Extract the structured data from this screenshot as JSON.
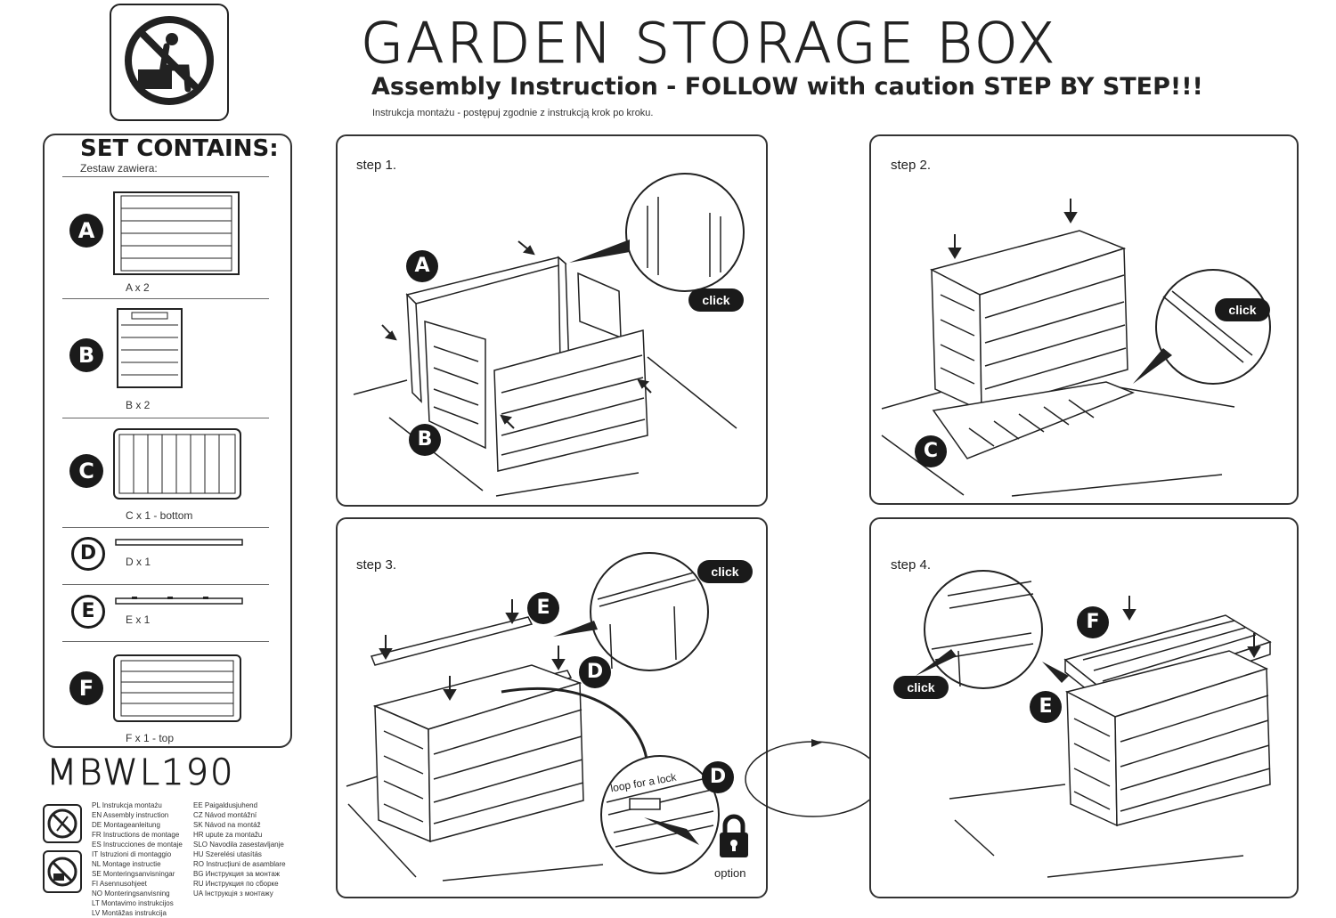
{
  "header": {
    "title": "GARDEN STORAGE BOX",
    "subtitle": "Assembly Instruction - FOLLOW with caution  STEP BY STEP!!!",
    "subtitle_pl": "Instrukcja montażu - postępuj zgodnie z instrukcją krok po kroku."
  },
  "set_contains": {
    "title": "SET CONTAINS:",
    "subtitle": "Zestaw zawiera:",
    "parts": [
      {
        "letter": "A",
        "caption": "A x 2"
      },
      {
        "letter": "B",
        "caption": "B x 2"
      },
      {
        "letter": "C",
        "caption": "C x 1 - bottom"
      },
      {
        "letter": "D",
        "caption": "D x 1"
      },
      {
        "letter": "E",
        "caption": "E x 1"
      },
      {
        "letter": "F",
        "caption": "F x 1 - top"
      }
    ]
  },
  "model": "MBWL190",
  "languages_left": [
    "PL Instrukcja montażu",
    "EN Assembly instruction",
    "DE Montageanleitung",
    "FR Instructions de montage",
    "ES Instrucciones de montaje",
    "IT Istruzioni di montaggio",
    "NL Montage instructie",
    "SE Monteringsanvisningar",
    "FI Asennusohjeet",
    "NO Monteringsanvisning",
    "LT Montavimo instrukcijos",
    "LV Montāžas instrukcija"
  ],
  "languages_right": [
    "EE Paigaldusjuhend",
    "CZ Návod montážní",
    "SK Návod na montáž",
    "HR upute za montažu",
    "SLO Navodila zasestavljanje",
    "HU Szerelési utasítás",
    "RO Instrucțiuni de asamblare",
    "BG Инструкция за монтаж",
    "RU Инструкция по сборке",
    "UA Інструкція з монтажу"
  ],
  "steps": [
    {
      "label": "step 1.",
      "badges": [
        "A",
        "B"
      ],
      "click": "click"
    },
    {
      "label": "step 2.",
      "badges": [
        "C"
      ],
      "click": "click"
    },
    {
      "label": "step 3.",
      "badges": [
        "E",
        "D",
        "D"
      ],
      "click": "click",
      "loop": "loop for a lock",
      "lock": "option"
    },
    {
      "label": "step 4.",
      "badges": [
        "F",
        "E"
      ],
      "click": "click"
    }
  ],
  "icons": {
    "no_sitting": "no-sitting-icon",
    "no_tools": "no-tools-icon",
    "padlock": "padlock-icon",
    "arrow": "down-arrow-icon"
  }
}
